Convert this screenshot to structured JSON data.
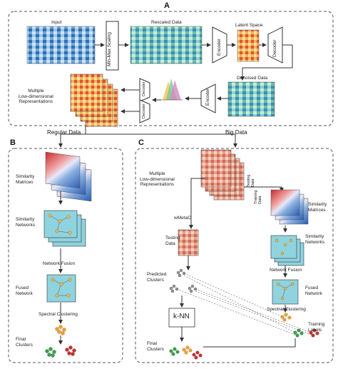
{
  "panel_a": {
    "letter": "A",
    "input": "Input",
    "min_max_scaling": "Min-Max Scaling",
    "rescaled_data": "Rescaled Data",
    "latent_space": "Latent Space",
    "encoder": "Encoder",
    "decoder": "Decoder",
    "denoised_data": "Denoised Data",
    "multiple_reps": "Multiple\nLow-dimensional\nRepresentations",
    "regular_data": "Regular Data",
    "big_data": "Big Data"
  },
  "panel_b": {
    "letter": "B",
    "similarity_matrices": "Similarity\nMatrices",
    "similarity_networks": "Similarity\nNetworks",
    "network_fusion": "Network Fusion",
    "fused_network": "Fused\nNetwork",
    "spectral_clustering": "Spectral Clustering",
    "final_clusters": "Final\nClusters"
  },
  "panel_c": {
    "letter": "C",
    "multiple_reps": "Multiple\nLow-dimensional\nRepresentations",
    "testing_data_rot": "Testing\nData",
    "training_data_rot": "Training\nData",
    "similarity_matrices": "Similarity\nMatrices",
    "wmetac": "wMetaC",
    "testing_data": "Testing\nData",
    "similarity_networks": "Similarity\nNetworks",
    "network_fusion": "Network Fusion",
    "predicted_clusters": "Predicted\nClusters",
    "fused_network": "Fused\nNetwork",
    "spectral_clustering": "Spectral Clustering",
    "knn": "k-NN",
    "training_labels": "Training\nLabels",
    "final_clusters": "Final\nClusters"
  },
  "colors": {
    "blue_heat": "#4a86c5",
    "teal_heat": "#5fb3c7",
    "orange_heat": "#e8823a",
    "network_bg": "#8fd3df",
    "node": "#f2b84b",
    "cluster_green": "#3aa04a",
    "cluster_red": "#c83030",
    "cluster_orange": "#f0a030",
    "dash": "#555555"
  }
}
